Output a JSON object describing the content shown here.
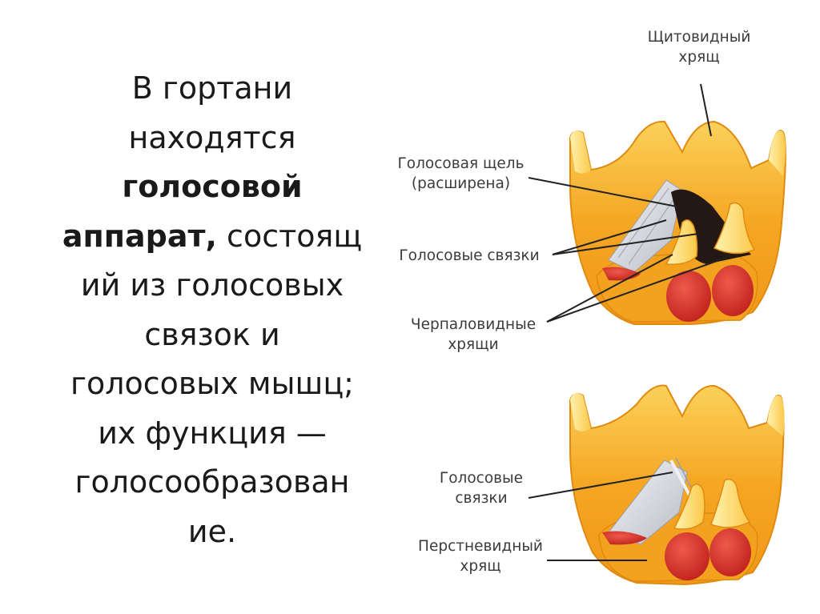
{
  "text": {
    "line1": "В гортани",
    "line2": "находятся",
    "bold1": "голосовой",
    "bold2": "аппарат,",
    "line4": " состоящ",
    "line5": "ий из голосовых",
    "line6": "связок и",
    "line7": "голосовых мышц;",
    "line8": "их функция —",
    "line9": "голосообразован",
    "line10": "ие."
  },
  "labels": {
    "thyroid_1": "Щитовидный",
    "thyroid_2": "хрящ",
    "glottis_1": "Голосовая щель",
    "glottis_2": "(расширена)",
    "cords_top": "Голосовые связки",
    "arytenoid_1": "Черпаловидные",
    "arytenoid_2": "хрящи",
    "cords_bottom_1": "Голосовые",
    "cords_bottom_2": "связки",
    "cricoid_1": "Перстневидный",
    "cricoid_2": "хрящ"
  },
  "colors": {
    "cartilage": "#f5a623",
    "cartilage_light": "#fde07a",
    "cartilage_edge": "#e08a10",
    "muscle": "#d8322a",
    "ligament": "#e6e8ee",
    "glottis": "#231814",
    "leader_line": "#222222"
  }
}
